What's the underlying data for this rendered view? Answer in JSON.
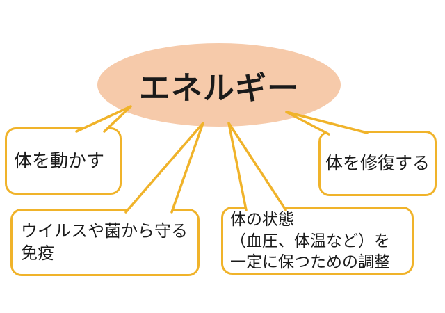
{
  "diagram": {
    "center": {
      "label": "エネルギー"
    },
    "callouts": [
      {
        "id": "move-body",
        "label": "体を動かす"
      },
      {
        "id": "repair-body",
        "label": "体を修復する"
      },
      {
        "id": "immunity",
        "label": "ウイルスや菌から守る\n免疫"
      },
      {
        "id": "regulation",
        "label": "体の状態\n（血圧、体温など）を\n一定に保つための調整"
      }
    ],
    "colors": {
      "ellipse_fill": "#F6CAAA",
      "callout_border": "#F0B32A",
      "text": "#1A1A1A",
      "background": "#FFFFFF"
    }
  }
}
